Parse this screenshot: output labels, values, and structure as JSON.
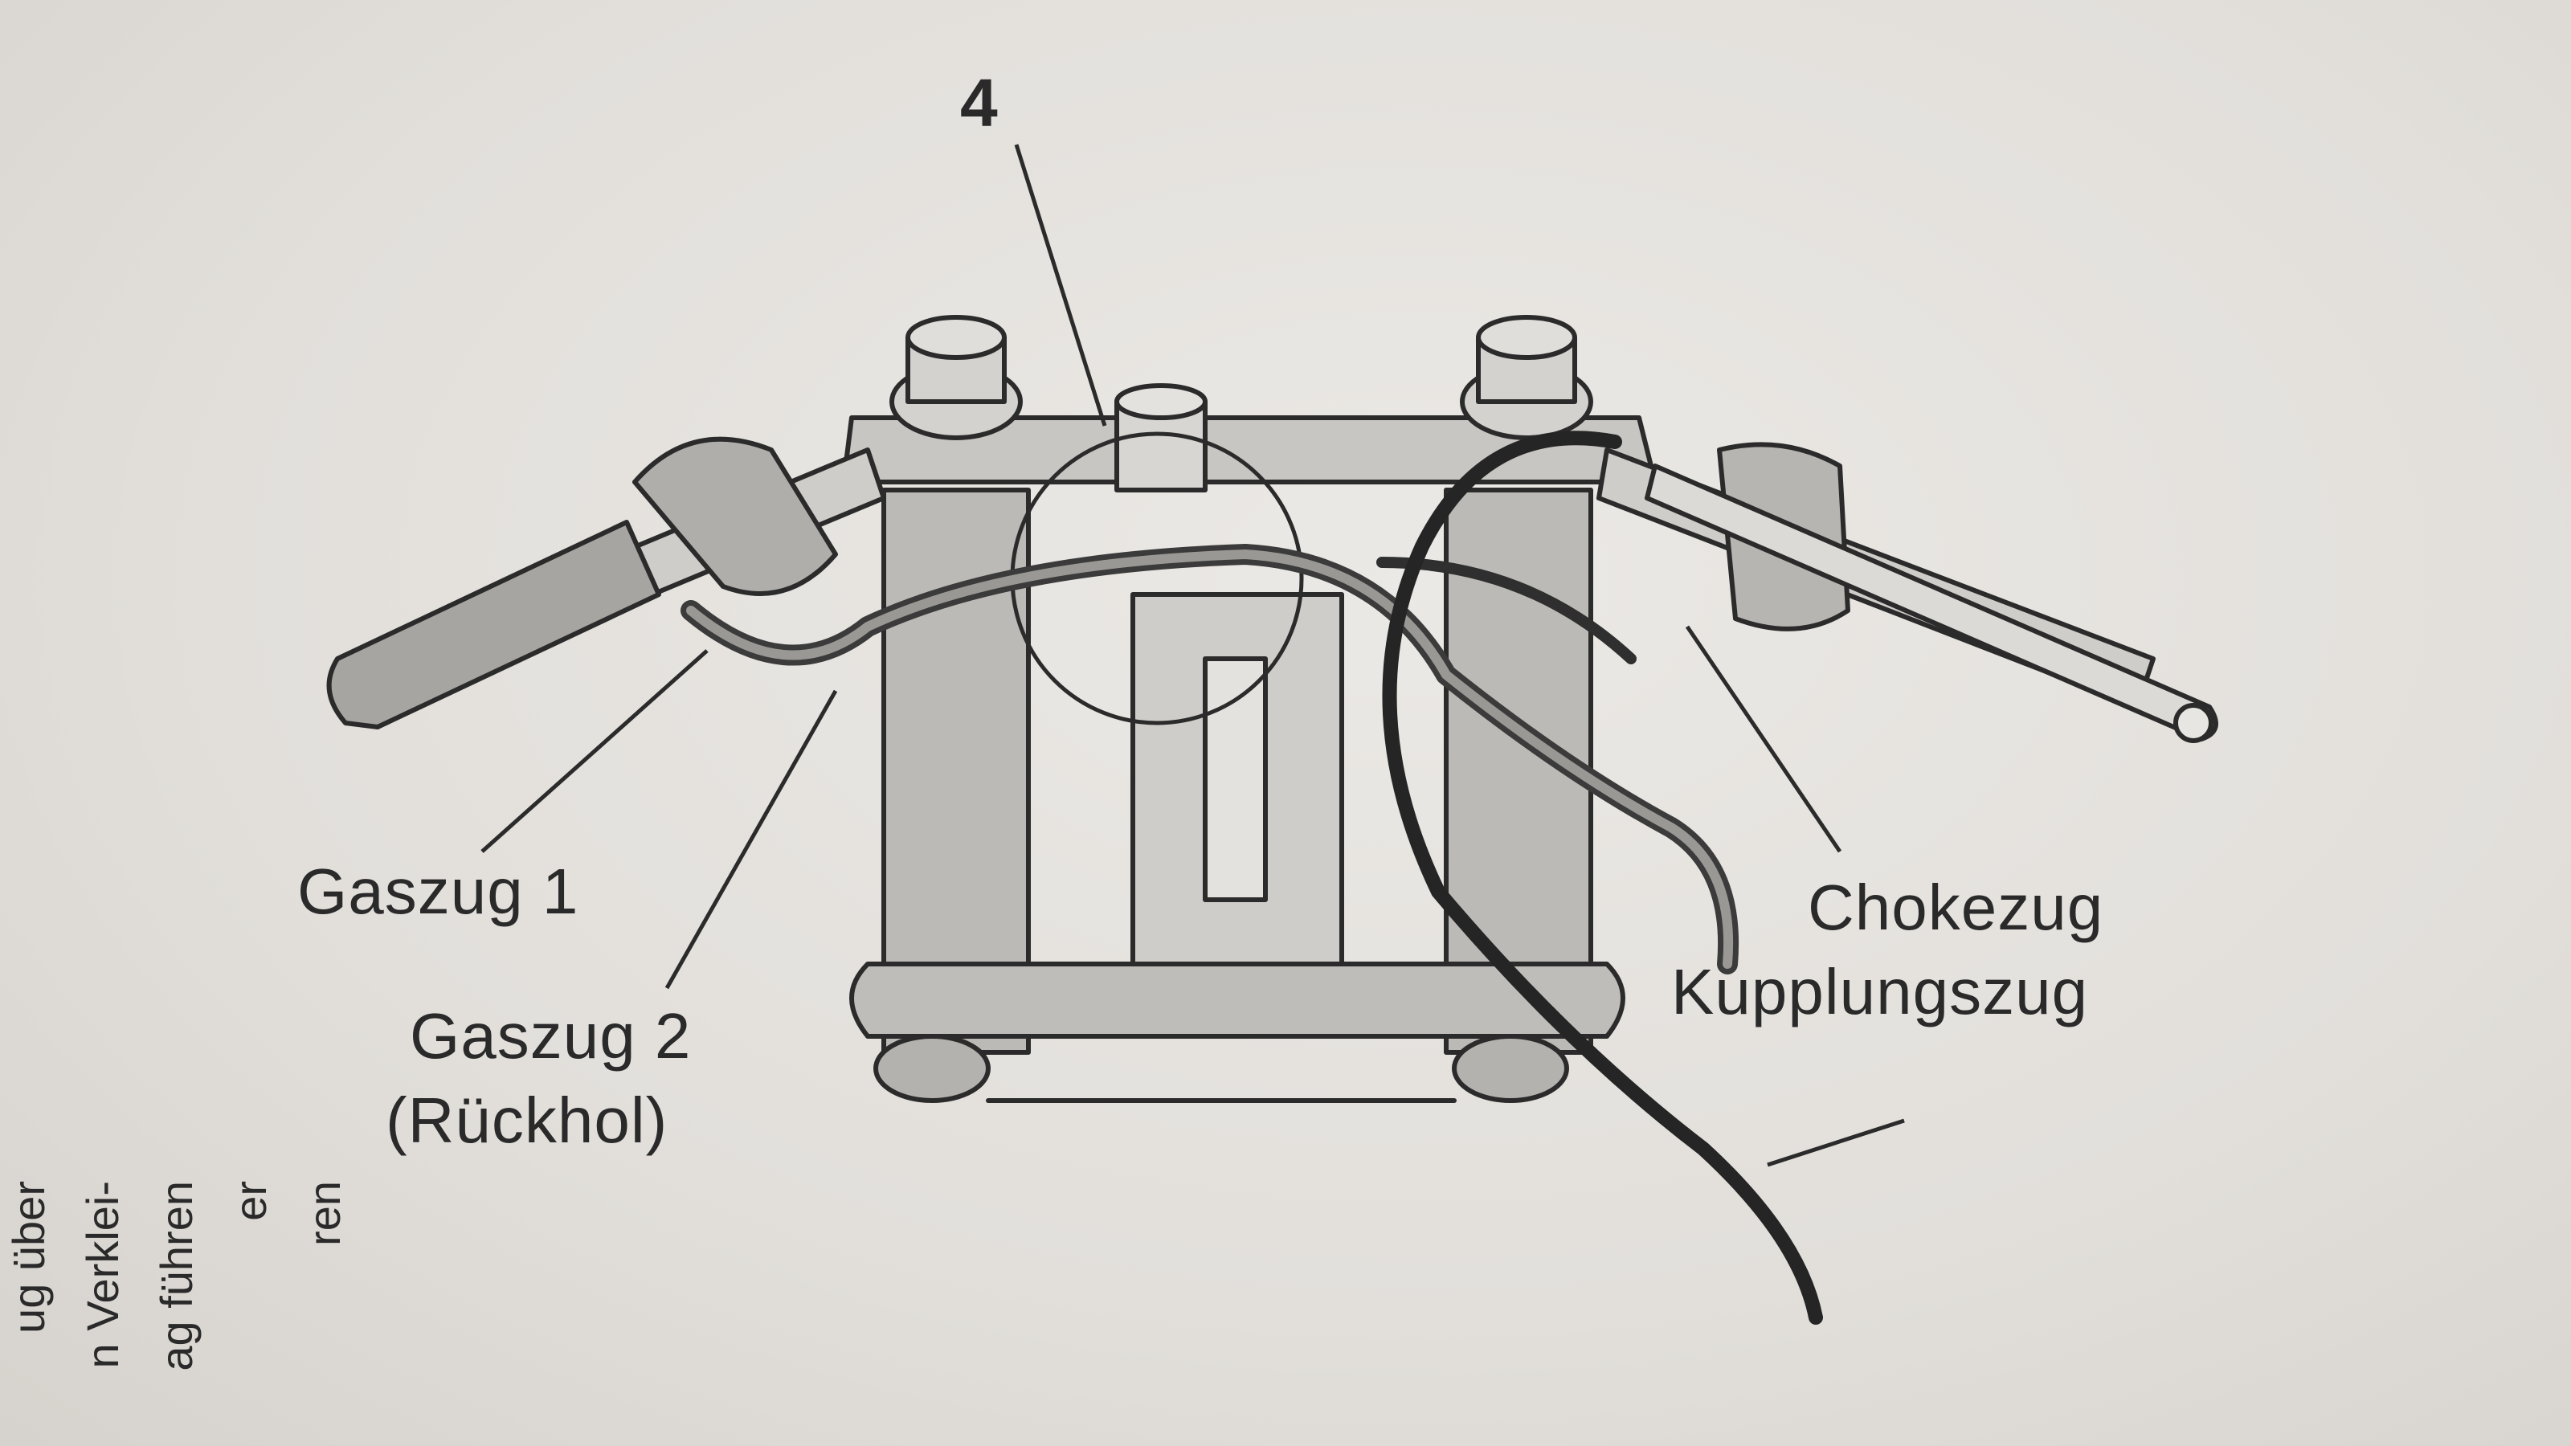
{
  "labels": {
    "callout": "4",
    "gaszug1": "Gaszug 1",
    "gaszug2": "Gaszug 2",
    "rueckhol": "(Rückhol)",
    "chokezug": "Chokezug",
    "kupplungszug": "Kupplungszug"
  },
  "side_text": [
    "ug über",
    "n Verklei-",
    "ag führen",
    "er",
    "ren"
  ]
}
